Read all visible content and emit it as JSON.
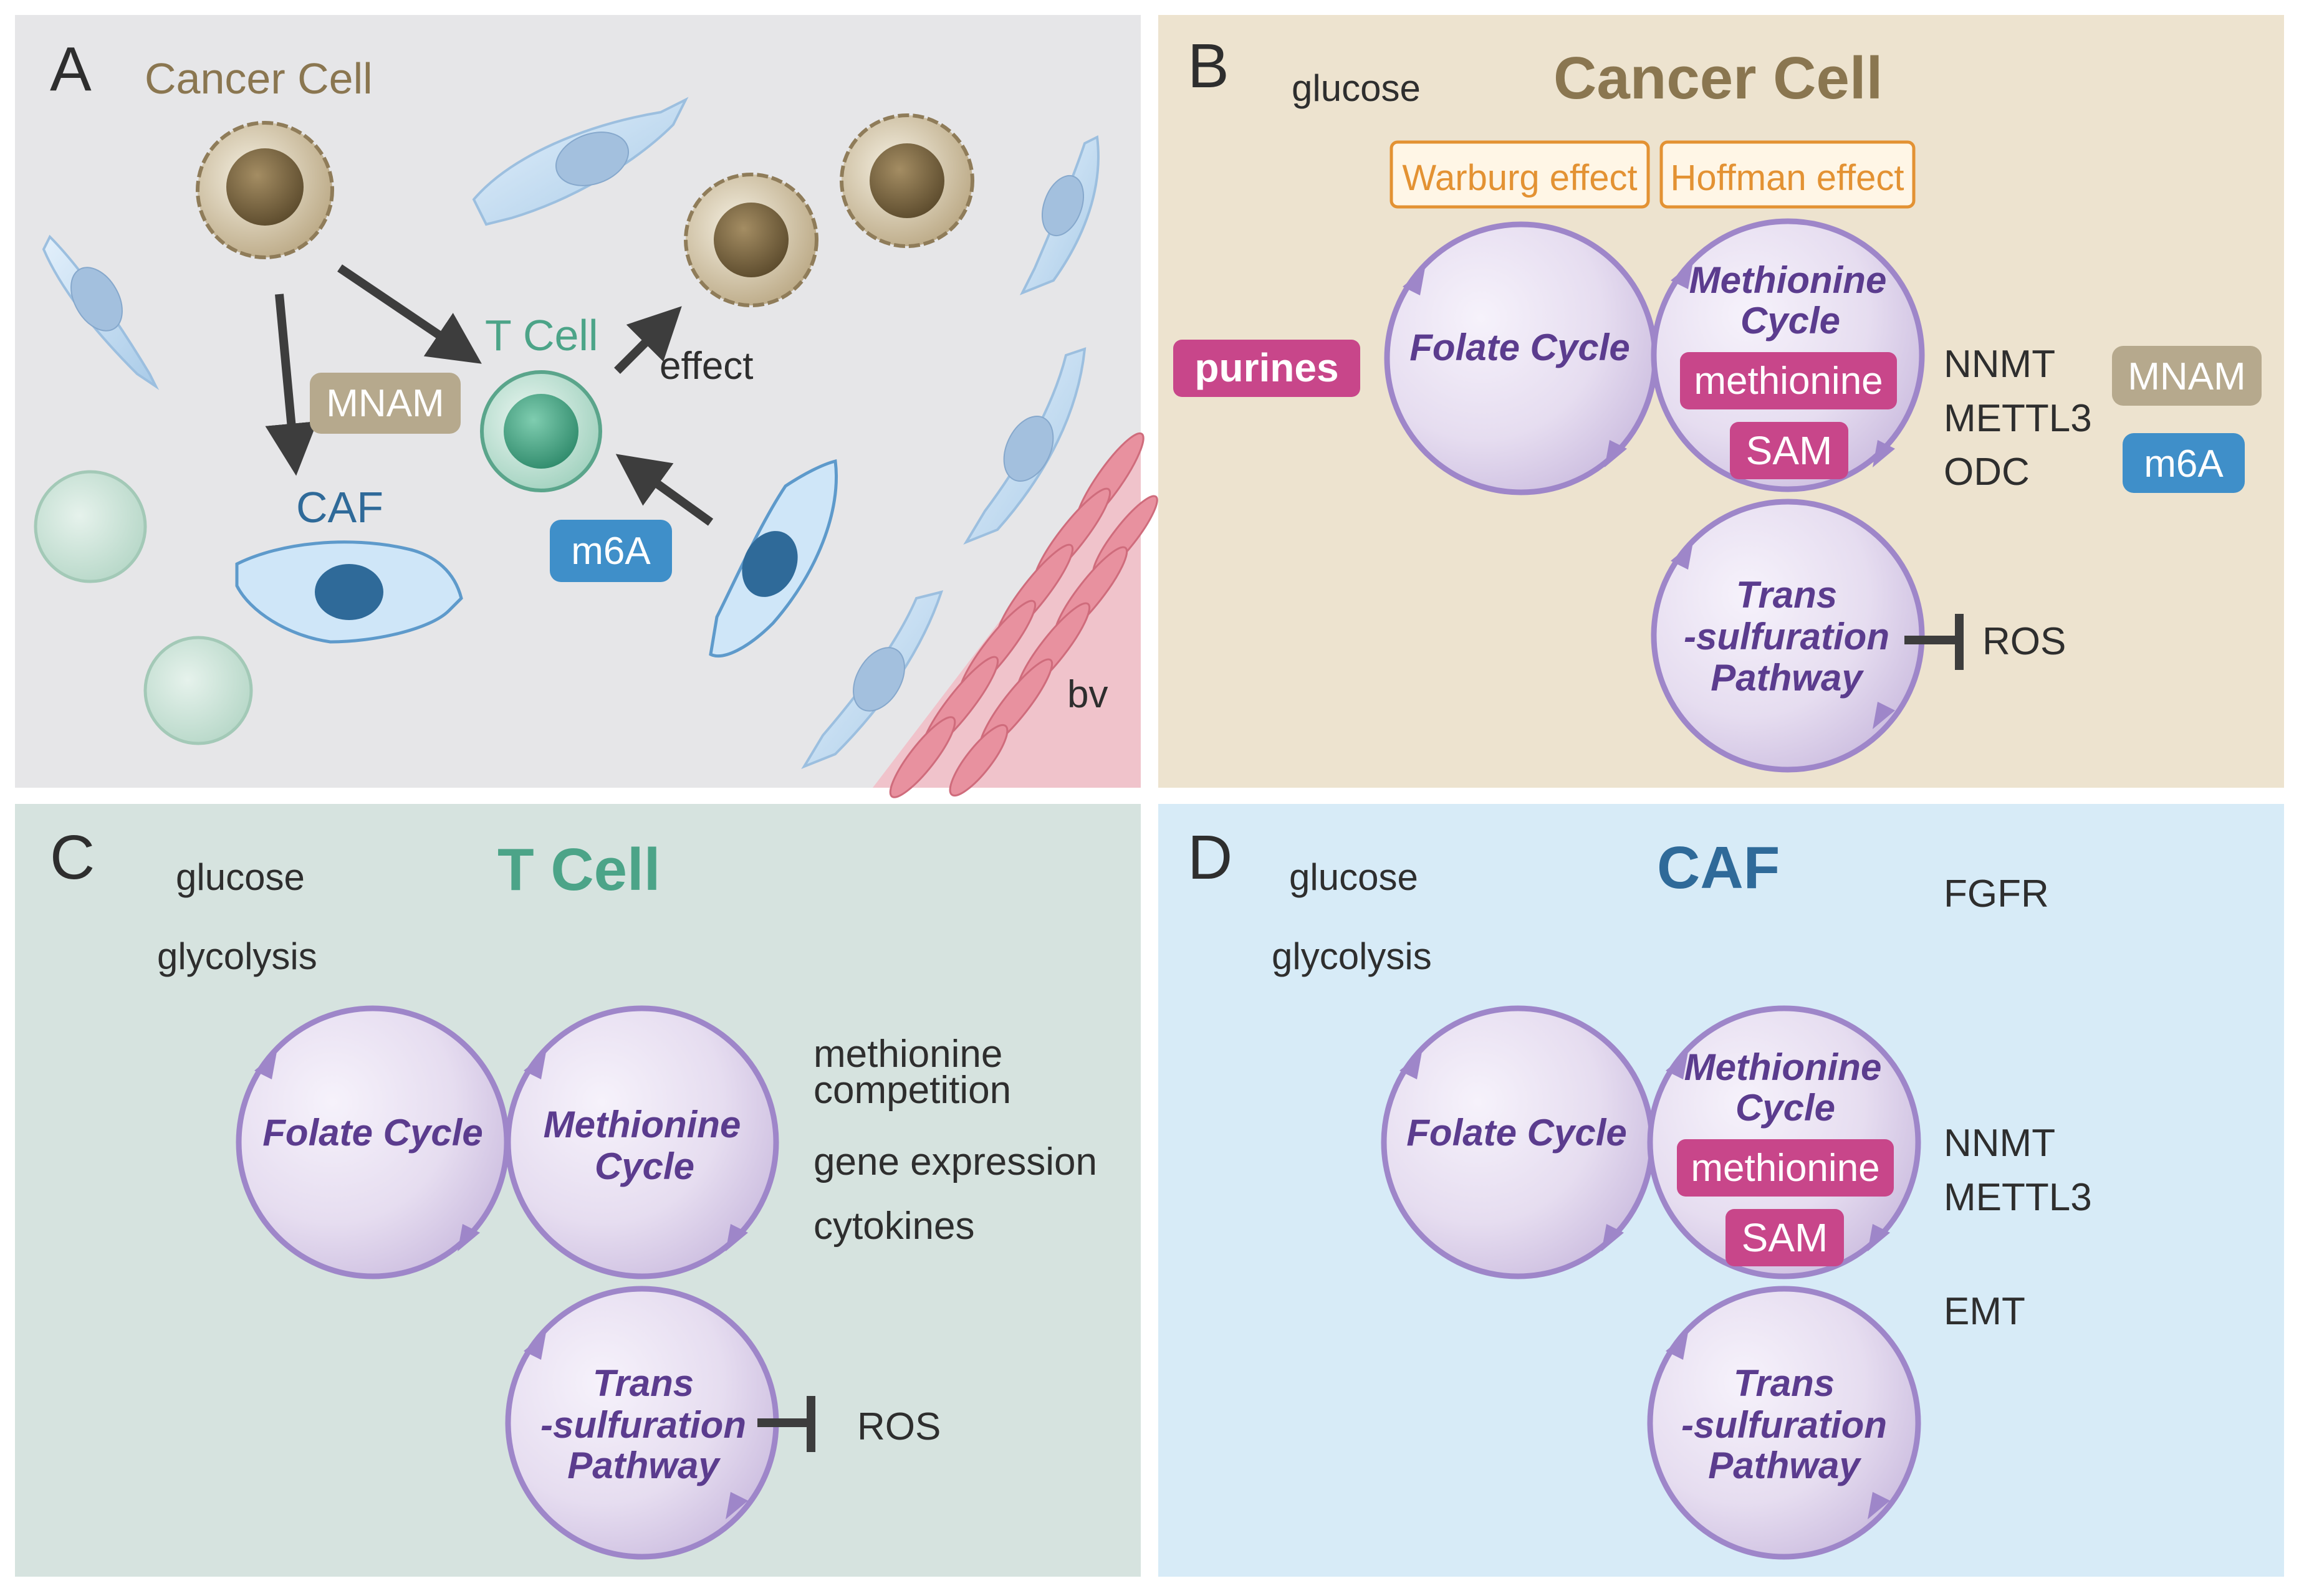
{
  "panelA": {
    "letter": "A",
    "cancer_cell_label": "Cancer Cell",
    "t_cell_label": "T Cell",
    "caf_label": "CAF",
    "effect_label": "effect",
    "mnam_badge": "MNAM",
    "m6a_badge": "m6A",
    "bv_label": "bv"
  },
  "panelB": {
    "letter": "B",
    "title": "Cancer Cell",
    "glucose": "glucose",
    "warburg": "Warburg effect",
    "hoffman": "Hoffman effect",
    "purines": "purines",
    "folate": "Folate Cycle",
    "methionine_cycle_l1": "Methionine",
    "methionine_cycle_l2": "Cycle",
    "methionine_badge": "methionine",
    "sam_badge": "SAM",
    "trans_l1": "Trans",
    "trans_l2": "-sulfuration",
    "trans_l3": "Pathway",
    "nnmt": "NNMT",
    "mettl3": "METTL3",
    "odc": "ODC",
    "mnam_badge": "MNAM",
    "m6a_badge": "m6A",
    "ros": "ROS"
  },
  "panelC": {
    "letter": "C",
    "title": "T Cell",
    "glucose": "glucose",
    "glycolysis": "glycolysis",
    "folate": "Folate Cycle",
    "methionine_cycle_l1": "Methionine",
    "methionine_cycle_l2": "Cycle",
    "trans_l1": "Trans",
    "trans_l2": "-sulfuration",
    "trans_l3": "Pathway",
    "methionine_comp_l1": "methionine",
    "methionine_comp_l2": "competition",
    "gene_expression": "gene expression",
    "cytokines": "cytokines",
    "ros": "ROS"
  },
  "panelD": {
    "letter": "D",
    "title": "CAF",
    "glucose": "glucose",
    "glycolysis": "glycolysis",
    "fgfr": "FGFR",
    "folate": "Folate Cycle",
    "methionine_cycle_l1": "Methionine",
    "methionine_cycle_l2": "Cycle",
    "methionine_badge": "methionine",
    "sam_badge": "SAM",
    "trans_l1": "Trans",
    "trans_l2": "-sulfuration",
    "trans_l3": "Pathway",
    "nnmt": "NNMT",
    "mettl3": "METTL3",
    "emt": "EMT"
  },
  "colors": {
    "panelA_bg": "#e6e6e8",
    "panelB_bg": "#ede3cf",
    "panelC_bg": "#d6e3df",
    "panelD_bg": "#d7ebf7",
    "cancer_brown": "#8a7650",
    "tcell_green": "#4ca488",
    "caf_blue": "#2f6a99",
    "cycle_purple": "#5b3c8e",
    "magenta": "#c8468a",
    "orange": "#e39233"
  }
}
